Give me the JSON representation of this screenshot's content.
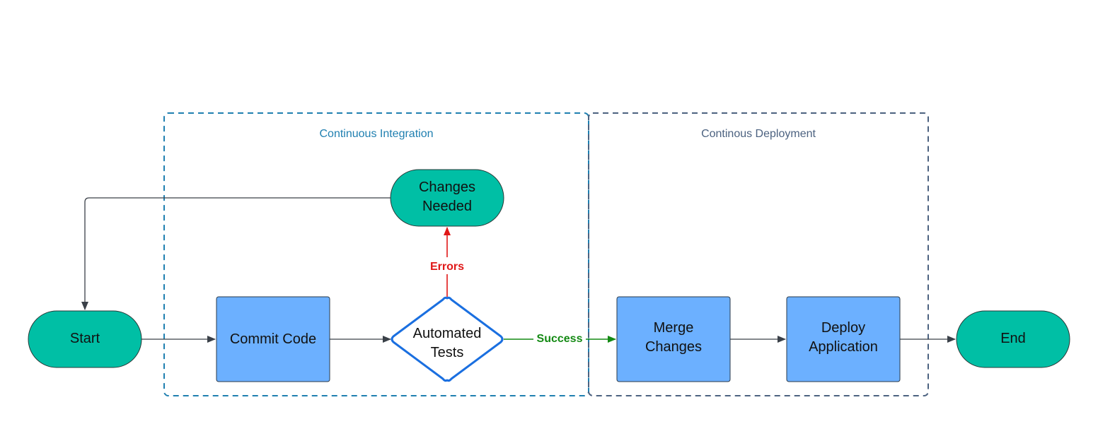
{
  "colors": {
    "terminal_fill": "#00BFA5",
    "process_fill": "#6CB0FF",
    "decision_stroke": "#1A6FE0",
    "edge_default": "#3A4048",
    "edge_error": "#E01818",
    "edge_success": "#148A14",
    "ci_group": "#1F7FB0",
    "cd_group": "#4C6280"
  },
  "groups": {
    "ci": {
      "title": "Continuous Integration"
    },
    "cd": {
      "title": "Continous Deployment"
    }
  },
  "nodes": {
    "start": {
      "label": "Start"
    },
    "commit": {
      "label": "Commit Code"
    },
    "tests": {
      "line1": "Automated",
      "line2": "Tests"
    },
    "changes_needed": {
      "line1": "Changes",
      "line2": "Needed"
    },
    "merge": {
      "line1": "Merge",
      "line2": "Changes"
    },
    "deploy": {
      "line1": "Deploy",
      "line2": "Application"
    },
    "end": {
      "label": "End"
    }
  },
  "edges": {
    "errors": {
      "label": "Errors"
    },
    "success": {
      "label": "Success"
    }
  }
}
